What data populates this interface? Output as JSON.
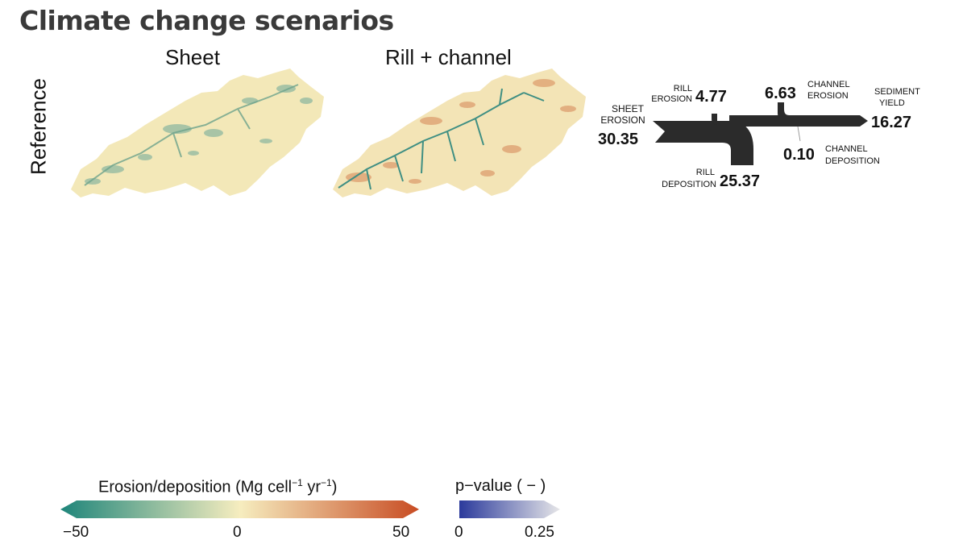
{
  "title": "Climate change scenarios",
  "columns": [
    "Sheet",
    "Rill + channel"
  ],
  "rows": [
    "Reference"
  ],
  "sankey": {
    "sheet_erosion": {
      "label_lines": [
        "SHEET",
        "EROSION"
      ],
      "value": "30.35"
    },
    "rill_erosion": {
      "label_lines": [
        "RILL",
        "EROSION"
      ],
      "value": "4.77"
    },
    "channel_erosion": {
      "label_lines": [
        "CHANNEL",
        "EROSION"
      ],
      "value": "6.63"
    },
    "sediment_yield": {
      "label_lines": [
        "SEDIMENT",
        "YIELD"
      ],
      "value": "16.27"
    },
    "channel_deposition": {
      "label_lines": [
        "CHANNEL",
        "DEPOSITION"
      ],
      "value": "0.10"
    },
    "rill_deposition": {
      "label_lines": [
        "RILL",
        "DEPOSITION"
      ],
      "value": "25.37"
    }
  },
  "legend_erosion": {
    "title_main": "Erosion/deposition (Mg cell",
    "title_exp1": "−1",
    "title_mid": " yr",
    "title_exp2": "−1",
    "title_end": ")",
    "ticks": [
      "−50",
      "0",
      "50"
    ],
    "colors": [
      "#1e857a",
      "#f6edbf",
      "#c84c23"
    ]
  },
  "legend_pvalue": {
    "title": "p−value ( − )",
    "ticks": [
      "0",
      "0.25"
    ],
    "colors": [
      "#2b3a9c",
      "#e6e6e8"
    ]
  }
}
